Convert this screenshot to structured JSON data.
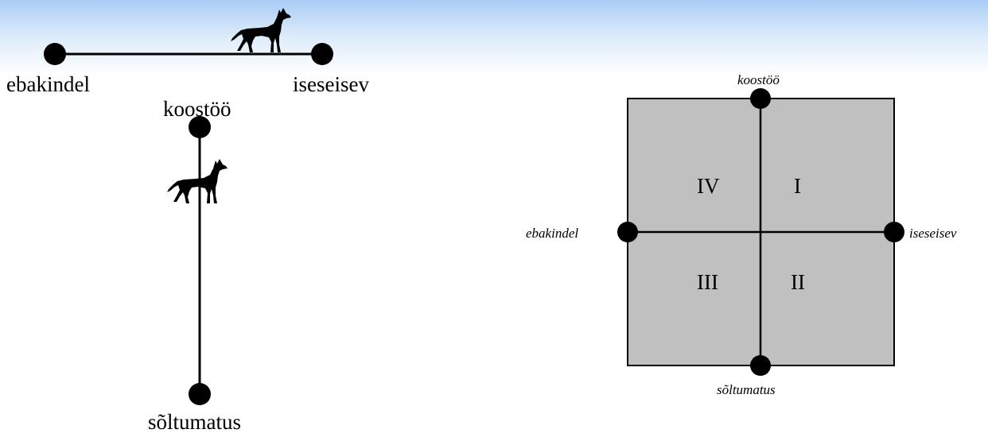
{
  "left_diagram": {
    "horizontal_scale": {
      "left_label": "ebakindel",
      "right_label": "iseseisev"
    },
    "vertical_scale": {
      "top_label": "koostöö",
      "bottom_label": "sõltumatus"
    },
    "icon": "dog-silhouette-icon"
  },
  "right_diagram": {
    "top_label": "koostöö",
    "bottom_label": "sõltumatus",
    "left_label": "ebakindel",
    "right_label": "iseseisev",
    "quadrants": {
      "top_left": "IV",
      "top_right": "I",
      "bottom_left": "III",
      "bottom_right": "II"
    },
    "fill_color": "#c0c0c0"
  },
  "colors": {
    "header_gradient_top": "#a9ccf5",
    "line": "#000000",
    "dot": "#000000"
  }
}
